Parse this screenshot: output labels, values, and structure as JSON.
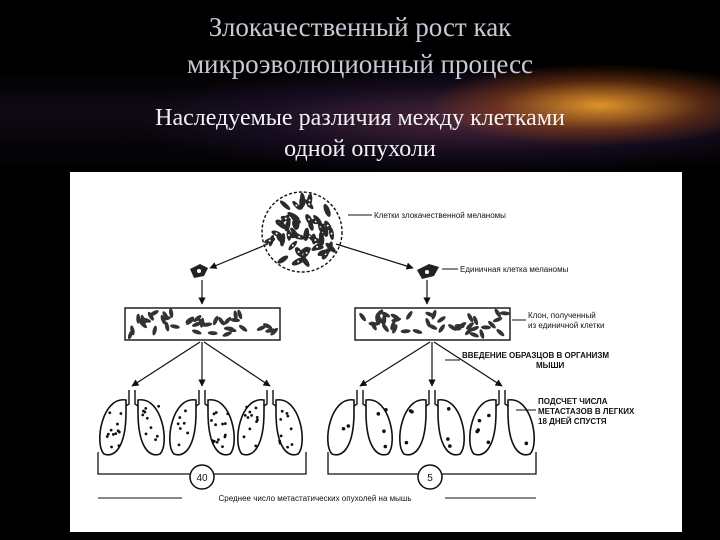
{
  "slide": {
    "title_line1": "Злокачественный рост как",
    "title_line2": "микроэволюционный процесс",
    "subtitle_line1": "Наследуемые различия между клетками",
    "subtitle_line2": "одной опухоли"
  },
  "figure": {
    "label_melanoma_cells": "Клетки злокачественной меланомы",
    "label_single_cell": "Единичная клетка меланомы",
    "label_clone_line1": "Клон, полученный",
    "label_clone_line2": "из единичной клетки",
    "label_injection_line1": "ВВЕДЕНИЕ ОБРАЗЦОВ В ОРГАНИЗМ",
    "label_injection_line2": "МЫШИ",
    "label_count_line1": "ПОДСЧЕТ ЧИСЛА",
    "label_count_line2": "МЕТАСТАЗОВ В ЛЕГКИХ",
    "label_count_line3": "18 ДНЕЙ СПУСТЯ",
    "left_average": "40",
    "right_average": "5",
    "caption": "Среднее число метастатических опухолей на мышь"
  },
  "colors": {
    "background": "#000000",
    "title": "#c9c9d6",
    "subtitle": "#f2f2f2",
    "glow": "#ffaa28",
    "ink": "#111111"
  }
}
